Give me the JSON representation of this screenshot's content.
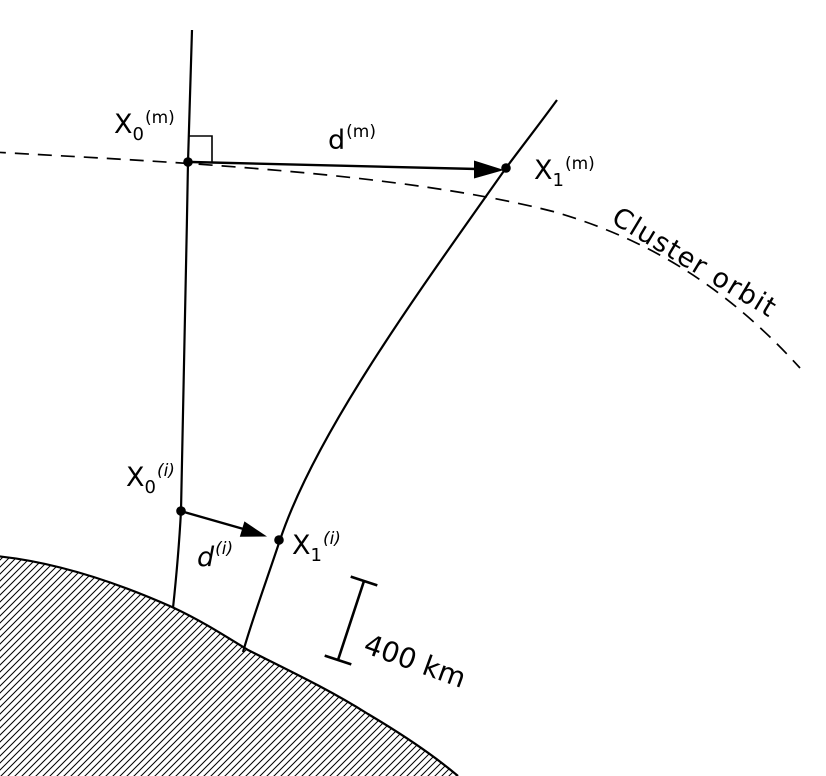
{
  "page": {
    "background": "#ffffff",
    "ink": "#000000"
  },
  "diagram": {
    "labels": {
      "x0m": {
        "base": "X",
        "sub": "0",
        "sup": "(m)"
      },
      "x1m": {
        "base": "X",
        "sub": "1",
        "sup": "(m)"
      },
      "x0i": {
        "base": "X",
        "sub": "0",
        "sup": "(i)"
      },
      "x1i": {
        "base": "X",
        "sub": "1",
        "sup": "(i)"
      },
      "dm": {
        "base": "d",
        "sup": "(m)"
      },
      "di": {
        "base": "d",
        "sup": "(i)"
      },
      "orbit": "Cluster orbit",
      "scale": "400 km"
    }
  }
}
